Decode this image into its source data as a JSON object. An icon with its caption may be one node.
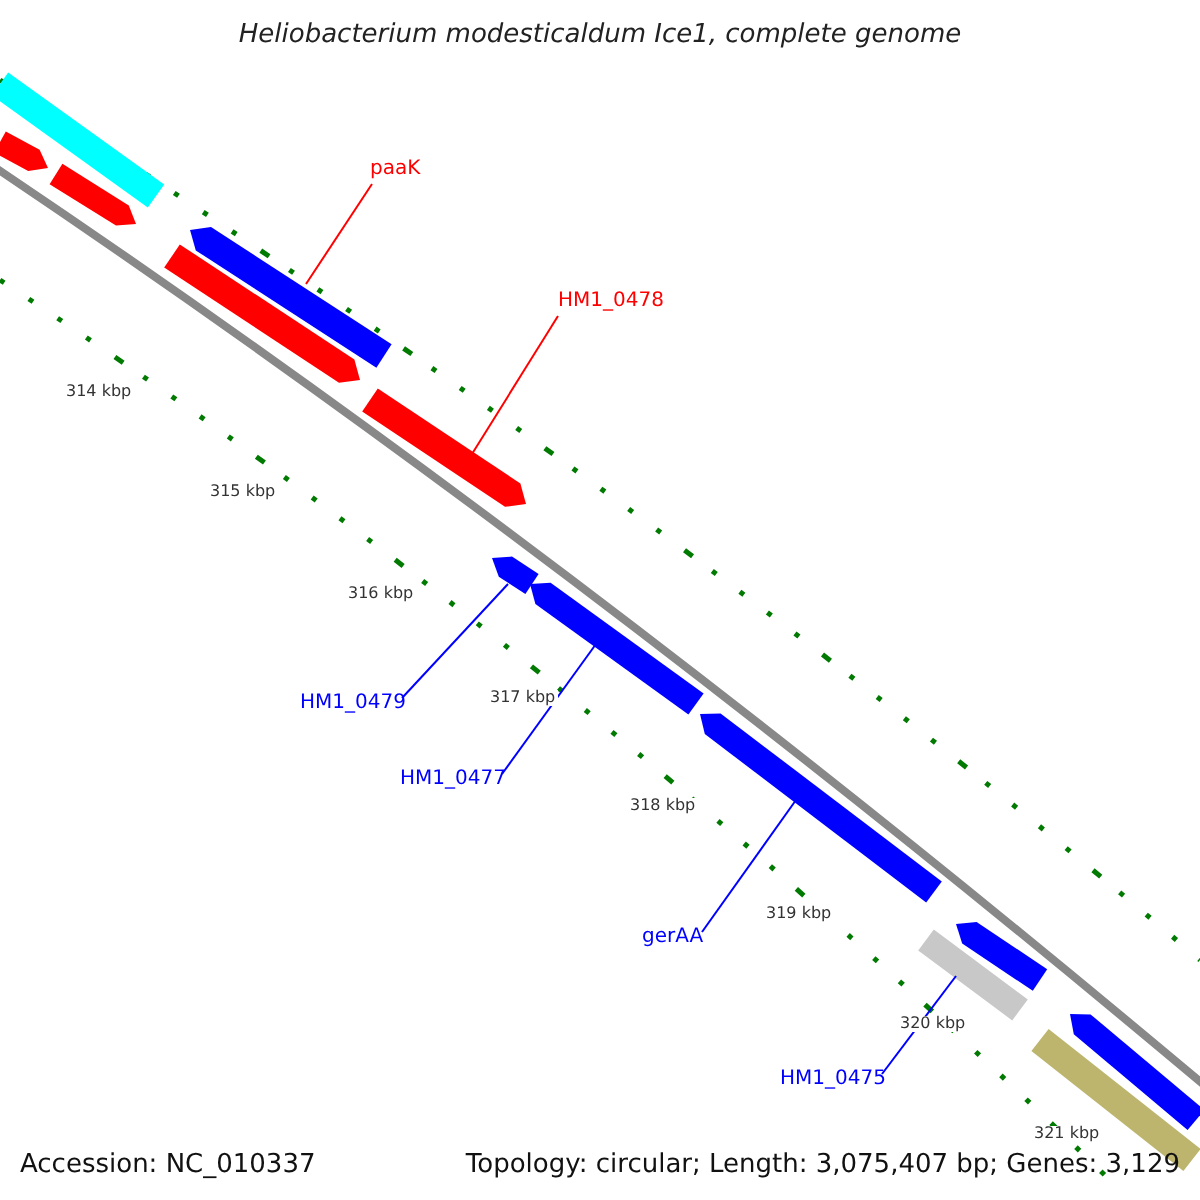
{
  "diagram": {
    "title": "Heliobacterium modesticaldum Ice1, complete genome",
    "nodes": [
      {
        "text": [
          "paaK"
        ]
      },
      {
        "text": [],
        "shape": "bar"
      },
      {
        "text": [
          "HM1_0478"
        ]
      },
      {
        "text": [],
        "shape": "bar"
      },
      {
        "text": [
          "HM1_0479"
        ]
      },
      {
        "text": [],
        "shape": "bar"
      },
      {
        "text": [
          "HM1_0477"
        ]
      },
      {
        "text": [],
        "shape": "bar"
      },
      {
        "text": [
          "gerAA"
        ]
      },
      {
        "text": [],
        "shape": "bar"
      },
      {
        "text": [
          "HM1_0475"
        ]
      },
      {
        "text": [],
        "shape": "bar"
      },
      {
        "text": [],
        "shape": "bar"
      },
      {
        "text": [],
        "shape": "bar"
      },
      {
        "text": [],
        "shape": "bar"
      },
      {
        "text": [],
        "shape": "bar"
      },
      {
        "text": [],
        "shape": "bar"
      },
      {
        "text": [],
        "shape": "bar"
      },
      {
        "text": [],
        "shape": "bar"
      }
    ],
    "edges": [
      {
        "from": 0,
        "to": 1,
        "arrow": "none",
        "color": "#ff0000"
      },
      {
        "from": 2,
        "to": 3,
        "arrow": "none",
        "color": "#ff0000"
      },
      {
        "from": 4,
        "to": 5,
        "arrow": "none"
      },
      {
        "from": 6,
        "to": 7,
        "arrow": "none"
      },
      {
        "from": 8,
        "to": 9,
        "arrow": "none"
      },
      {
        "from": 10,
        "to": 11,
        "arrow": "none"
      }
    ],
    "labels": [
      "314 kbp",
      "315 kbp",
      "316 kbp",
      "317 kbp",
      "318 kbp",
      "319 kbp",
      "320 kbp",
      "321 kbp",
      "Accession: NC_010337",
      "Topology: circular; Length: 3,075,407 bp; Genes: 3,129"
    ]
  }
}
